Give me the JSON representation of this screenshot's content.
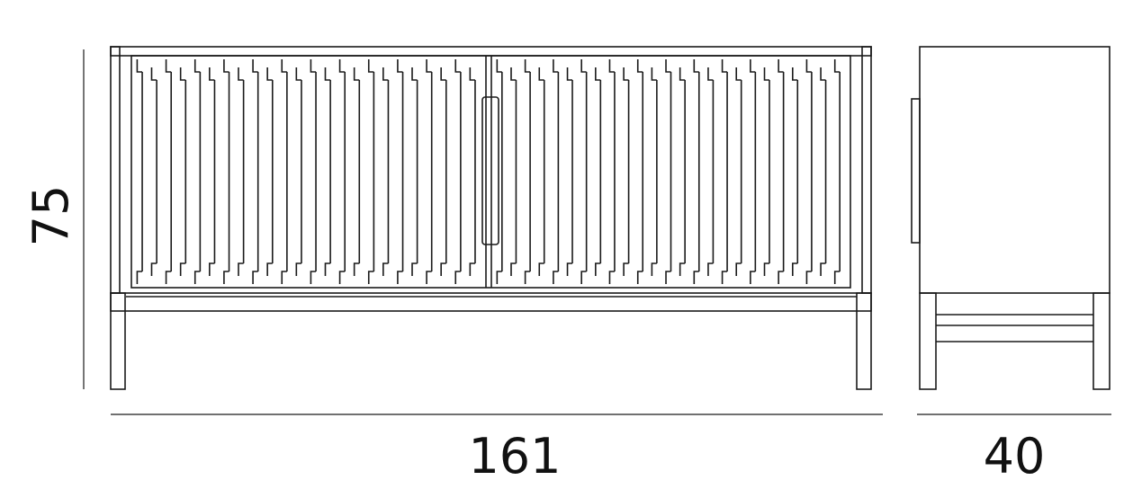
{
  "dimensions": {
    "height": "75",
    "width": "161",
    "depth": "40"
  },
  "colors": {
    "line": "#1a1a1a",
    "background": "#ffffff"
  },
  "front_view": {
    "left_door_slats": 24,
    "right_door_slats": 25
  }
}
